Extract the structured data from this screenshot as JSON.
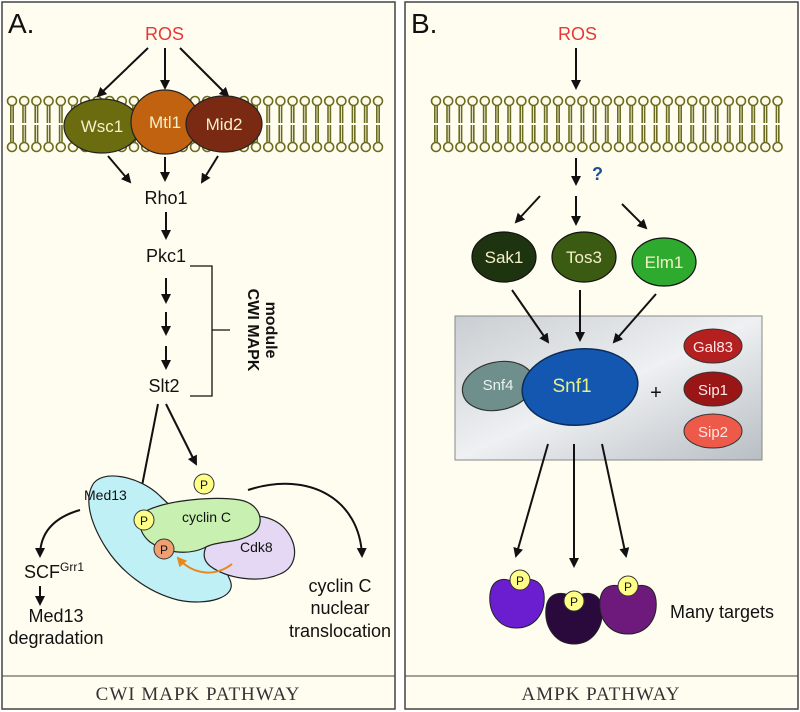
{
  "panel_a": {
    "letter": "A.",
    "ros": "ROS",
    "sensors": [
      "Wsc1",
      "Mtl1",
      "Mid2"
    ],
    "rho1": "Rho1",
    "pkc1": "Pkc1",
    "slt2": "Slt2",
    "module_label_line1": "CWI MAPK",
    "module_label_line2": "module",
    "med13": "Med13",
    "cyclin_c": "cyclin C",
    "cdk8": "Cdk8",
    "phospho": "P",
    "scf": "SCF",
    "scf_sup": "Grr1",
    "med13_deg_line1": "Med13",
    "med13_deg_line2": "degradation",
    "cyc_trans_line1": "cyclin C",
    "cyc_trans_line2": "nuclear",
    "cyc_trans_line3": "translocation",
    "caption": "CWI MAPK PATHWAY"
  },
  "panel_b": {
    "letter": "B.",
    "ros": "ROS",
    "question": "?",
    "kinases": [
      "Sak1",
      "Tos3",
      "Elm1"
    ],
    "snf4": "Snf4",
    "snf1": "Snf1",
    "plus": "+",
    "betas": [
      "Gal83",
      "Sip1",
      "Sip2"
    ],
    "phospho": "P",
    "targets_label": "Many targets",
    "caption": "AMPK PATHWAY"
  },
  "colors": {
    "panel_bg": "#fffdf0",
    "wsc1": "#6b6b10",
    "mtl1": "#c0620f",
    "mid2": "#7a2a12",
    "sak1": "#1e3410",
    "tos3": "#3b5a12",
    "elm1": "#2eaa2e",
    "snf1": "#1457b0",
    "snf4": "#6e8f8c",
    "gal83": "#b42020",
    "sip1": "#9a1616",
    "sip2": "#ee5a4a",
    "med13": "#bff0f5",
    "cyclin_c": "#c8f0b0",
    "cdk8": "#e4d8f4",
    "ros": "#e53935"
  }
}
